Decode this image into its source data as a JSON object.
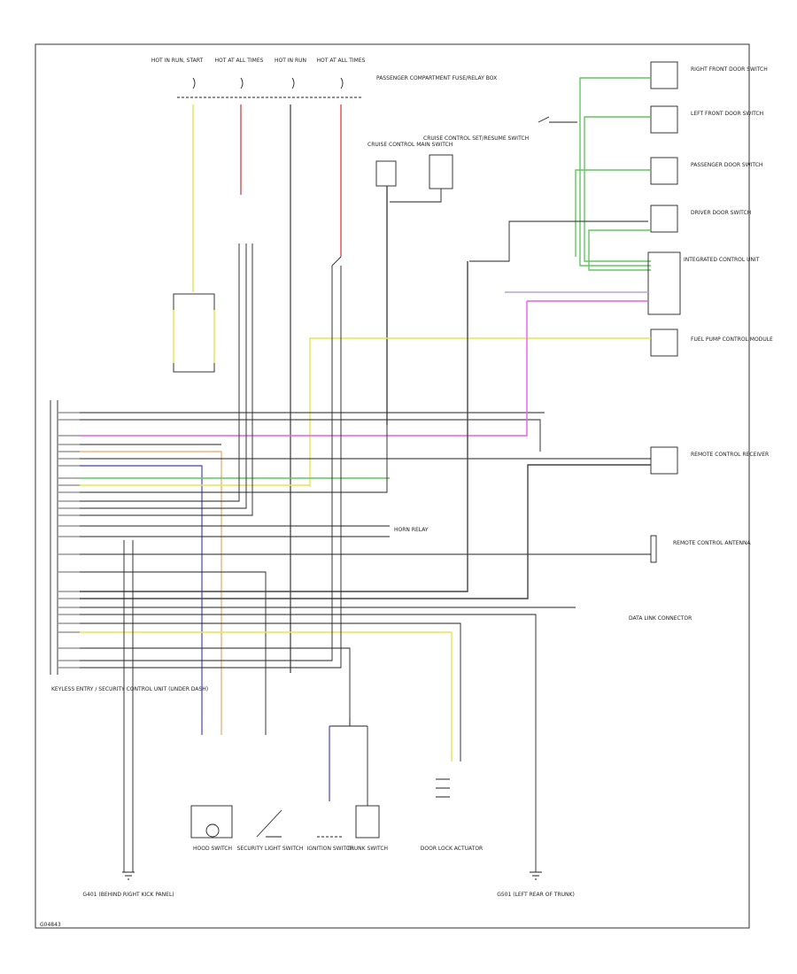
{
  "diagram": {
    "footer_code": "G04843",
    "top_fuses": [
      {
        "label": "HOT IN RUN, START"
      },
      {
        "label": "HOT AT ALL TIMES"
      },
      {
        "label": "HOT IN RUN"
      },
      {
        "label": "HOT AT ALL TIMES"
      }
    ],
    "fuse_panel_label": "PASSENGER COMPARTMENT FUSE/RELAY BOX",
    "top_devices": [
      {
        "label": "CRUISE CONTROL MAIN SWITCH"
      },
      {
        "label": "CRUISE CONTROL SET/RESUME SWITCH"
      }
    ],
    "right_switches": [
      {
        "label": "RIGHT FRONT DOOR SWITCH"
      },
      {
        "label": "LEFT FRONT DOOR SWITCH"
      },
      {
        "label": "PASSENGER DOOR SWITCH"
      },
      {
        "label": "DRIVER DOOR SWITCH"
      }
    ],
    "right_modules": [
      {
        "label": "INTEGRATED CONTROL UNIT"
      },
      {
        "label": "FUEL PUMP CONTROL MODULE"
      },
      {
        "label": "REMOTE CONTROL RECEIVER"
      },
      {
        "label": "REMOTE CONTROL ANTENNA"
      }
    ],
    "module_label": "KEYLESS ENTRY / SECURITY CONTROL UNIT (UNDER DASH)",
    "ground_labels": [
      {
        "label": "G401 (BEHIND RIGHT KICK PANEL)"
      },
      {
        "label": "G501 (LEFT REAR OF TRUNK)"
      }
    ],
    "bottom_devices": [
      {
        "label": "HOOD SWITCH"
      },
      {
        "label": "SECURITY LIGHT SWITCH"
      },
      {
        "label": "IGNITION SWITCH"
      },
      {
        "label": "TRUNK SWITCH"
      },
      {
        "label": "DOOR LOCK ACTUATOR"
      }
    ],
    "misc_labels": {
      "data_link": "DATA LINK CONNECTOR",
      "pkg": "HORN RELAY"
    }
  }
}
